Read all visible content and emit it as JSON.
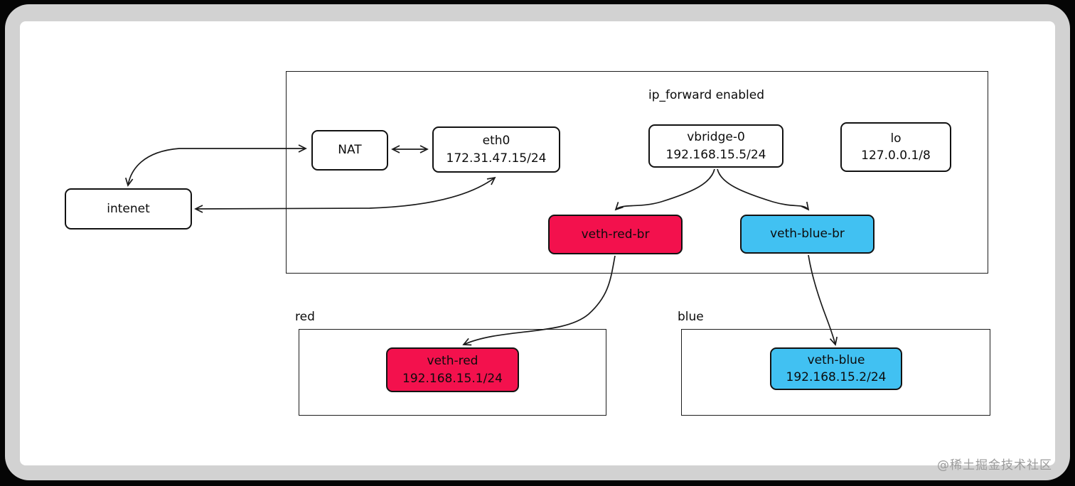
{
  "window": {
    "watermark": "@稀土掘金技术社区"
  },
  "diagram": {
    "colors": {
      "red": "#F3114D",
      "blue": "#41C1F2"
    },
    "internet": {
      "label": "intenet"
    },
    "host": {
      "title": "ip_forward enabled",
      "nat": {
        "label": "NAT"
      },
      "eth0": {
        "label": "eth0",
        "ip": "172.31.47.15/24"
      },
      "vbridge": {
        "label": "vbridge-0",
        "ip": "192.168.15.5/24"
      },
      "lo": {
        "label": "lo",
        "ip": "127.0.0.1/8"
      },
      "veth_red_br": {
        "label": "veth-red-br"
      },
      "veth_blue_br": {
        "label": "veth-blue-br"
      }
    },
    "red_namespace": {
      "title": "red",
      "veth": {
        "label": "veth-red",
        "ip": "192.168.15.1/24"
      }
    },
    "blue_namespace": {
      "title": "blue",
      "veth": {
        "label": "veth-blue",
        "ip": "192.168.15.2/24"
      }
    }
  }
}
